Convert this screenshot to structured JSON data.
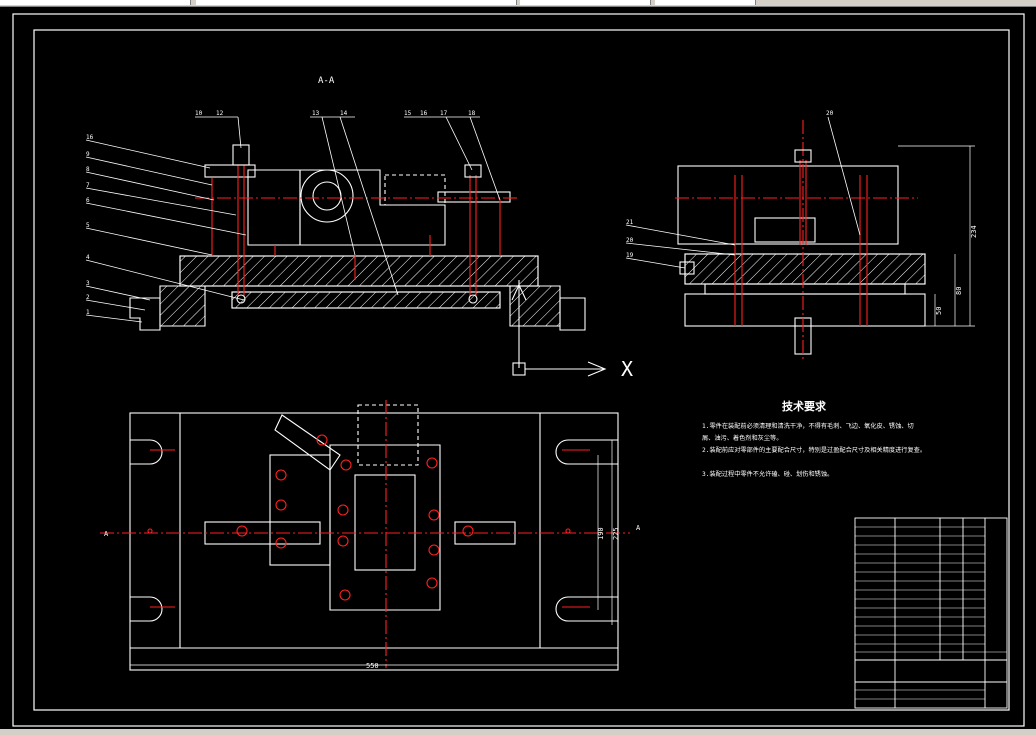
{
  "section_label": "A-A",
  "axis_label": "X",
  "notes_title": "技术要求",
  "notes": [
    "1.零件在装配前必须清理和清洗干净，不得有毛刺、飞边、氧化皮、锈蚀、切",
    "屑、油污、着色剂和灰尘等。",
    "2.装配前应对零部件的主要配合尺寸，特别是过盈配合尺寸及相关精度进行复查。",
    "3.装配过程中零件不允许磕、碰、划伤和锈蚀。"
  ],
  "view_marks": {
    "left": "A",
    "right": "A"
  },
  "part_numbers_top": [
    "10",
    "12",
    "13",
    "14",
    "15",
    "16",
    "17",
    "18"
  ],
  "part_numbers_left": [
    "16",
    "9",
    "8",
    "7",
    "6",
    "5",
    "4",
    "3",
    "2",
    "1"
  ],
  "part_numbers_right_view": [
    "20",
    "21",
    "20",
    "19"
  ],
  "dimensions": {
    "width": "550",
    "height1": "190",
    "height2": "225",
    "side1": "234",
    "side2": "80",
    "side3": "50"
  },
  "colors": {
    "line": "#ffffff",
    "center": "#ff2020",
    "leader": "#ffffff",
    "hatch": "#ffffff",
    "bg": "#000000"
  }
}
